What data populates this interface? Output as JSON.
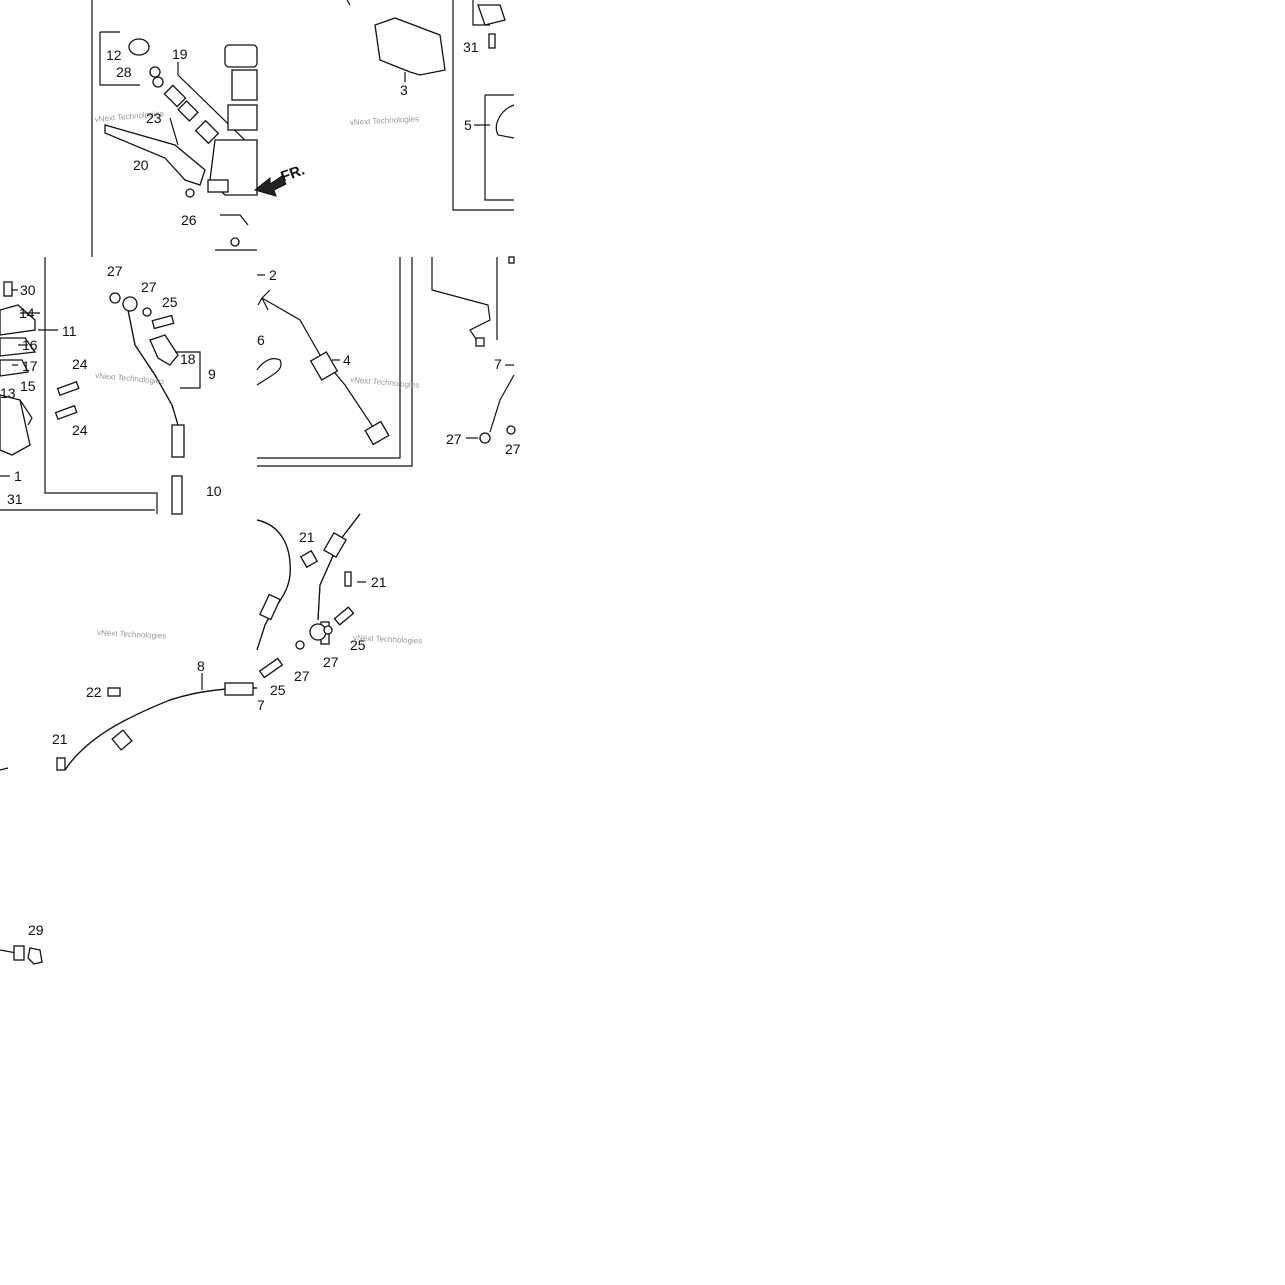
{
  "watermark": "vNext Technologies",
  "direction_label": "FR.",
  "callouts": {
    "c1": "1",
    "c2": "2",
    "c3": "3",
    "c4": "4",
    "c5": "5",
    "c6": "6",
    "c7": "7",
    "c7b": "7",
    "c8": "8",
    "c9": "9",
    "c10": "10",
    "c11": "11",
    "c12": "12",
    "c13": "13",
    "c14": "14",
    "c15": "15",
    "c16": "16",
    "c17": "17",
    "c18": "18",
    "c19": "19",
    "c20": "20",
    "c21a": "21",
    "c21b": "21",
    "c21c": "21",
    "c22": "22",
    "c23": "23",
    "c24a": "24",
    "c24b": "24",
    "c25a": "25",
    "c25b": "25",
    "c25c": "25",
    "c26": "26",
    "c27a": "27",
    "c27b": "27",
    "c27c": "27",
    "c27d": "27",
    "c27e": "27",
    "c27f": "27",
    "c28": "28",
    "c29": "29",
    "c30": "30",
    "c31a": "31",
    "c31b": "31"
  }
}
